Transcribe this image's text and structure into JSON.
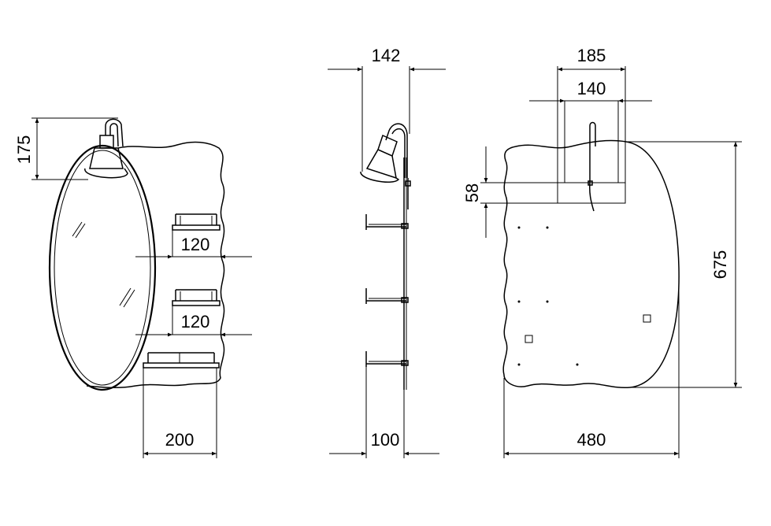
{
  "drawing": {
    "front_view": {
      "dim_height_lamp": "175",
      "dim_shelf_gap_1": "120",
      "dim_shelf_gap_2": "120",
      "dim_shelf_width": "200"
    },
    "side_view": {
      "dim_depth_lamp": "142",
      "dim_depth_shelf": "100"
    },
    "back_view": {
      "dim_bracket_outer": "185",
      "dim_bracket_inner": "140",
      "dim_bracket_height": "58",
      "dim_total_height": "675",
      "dim_total_width": "480"
    }
  }
}
